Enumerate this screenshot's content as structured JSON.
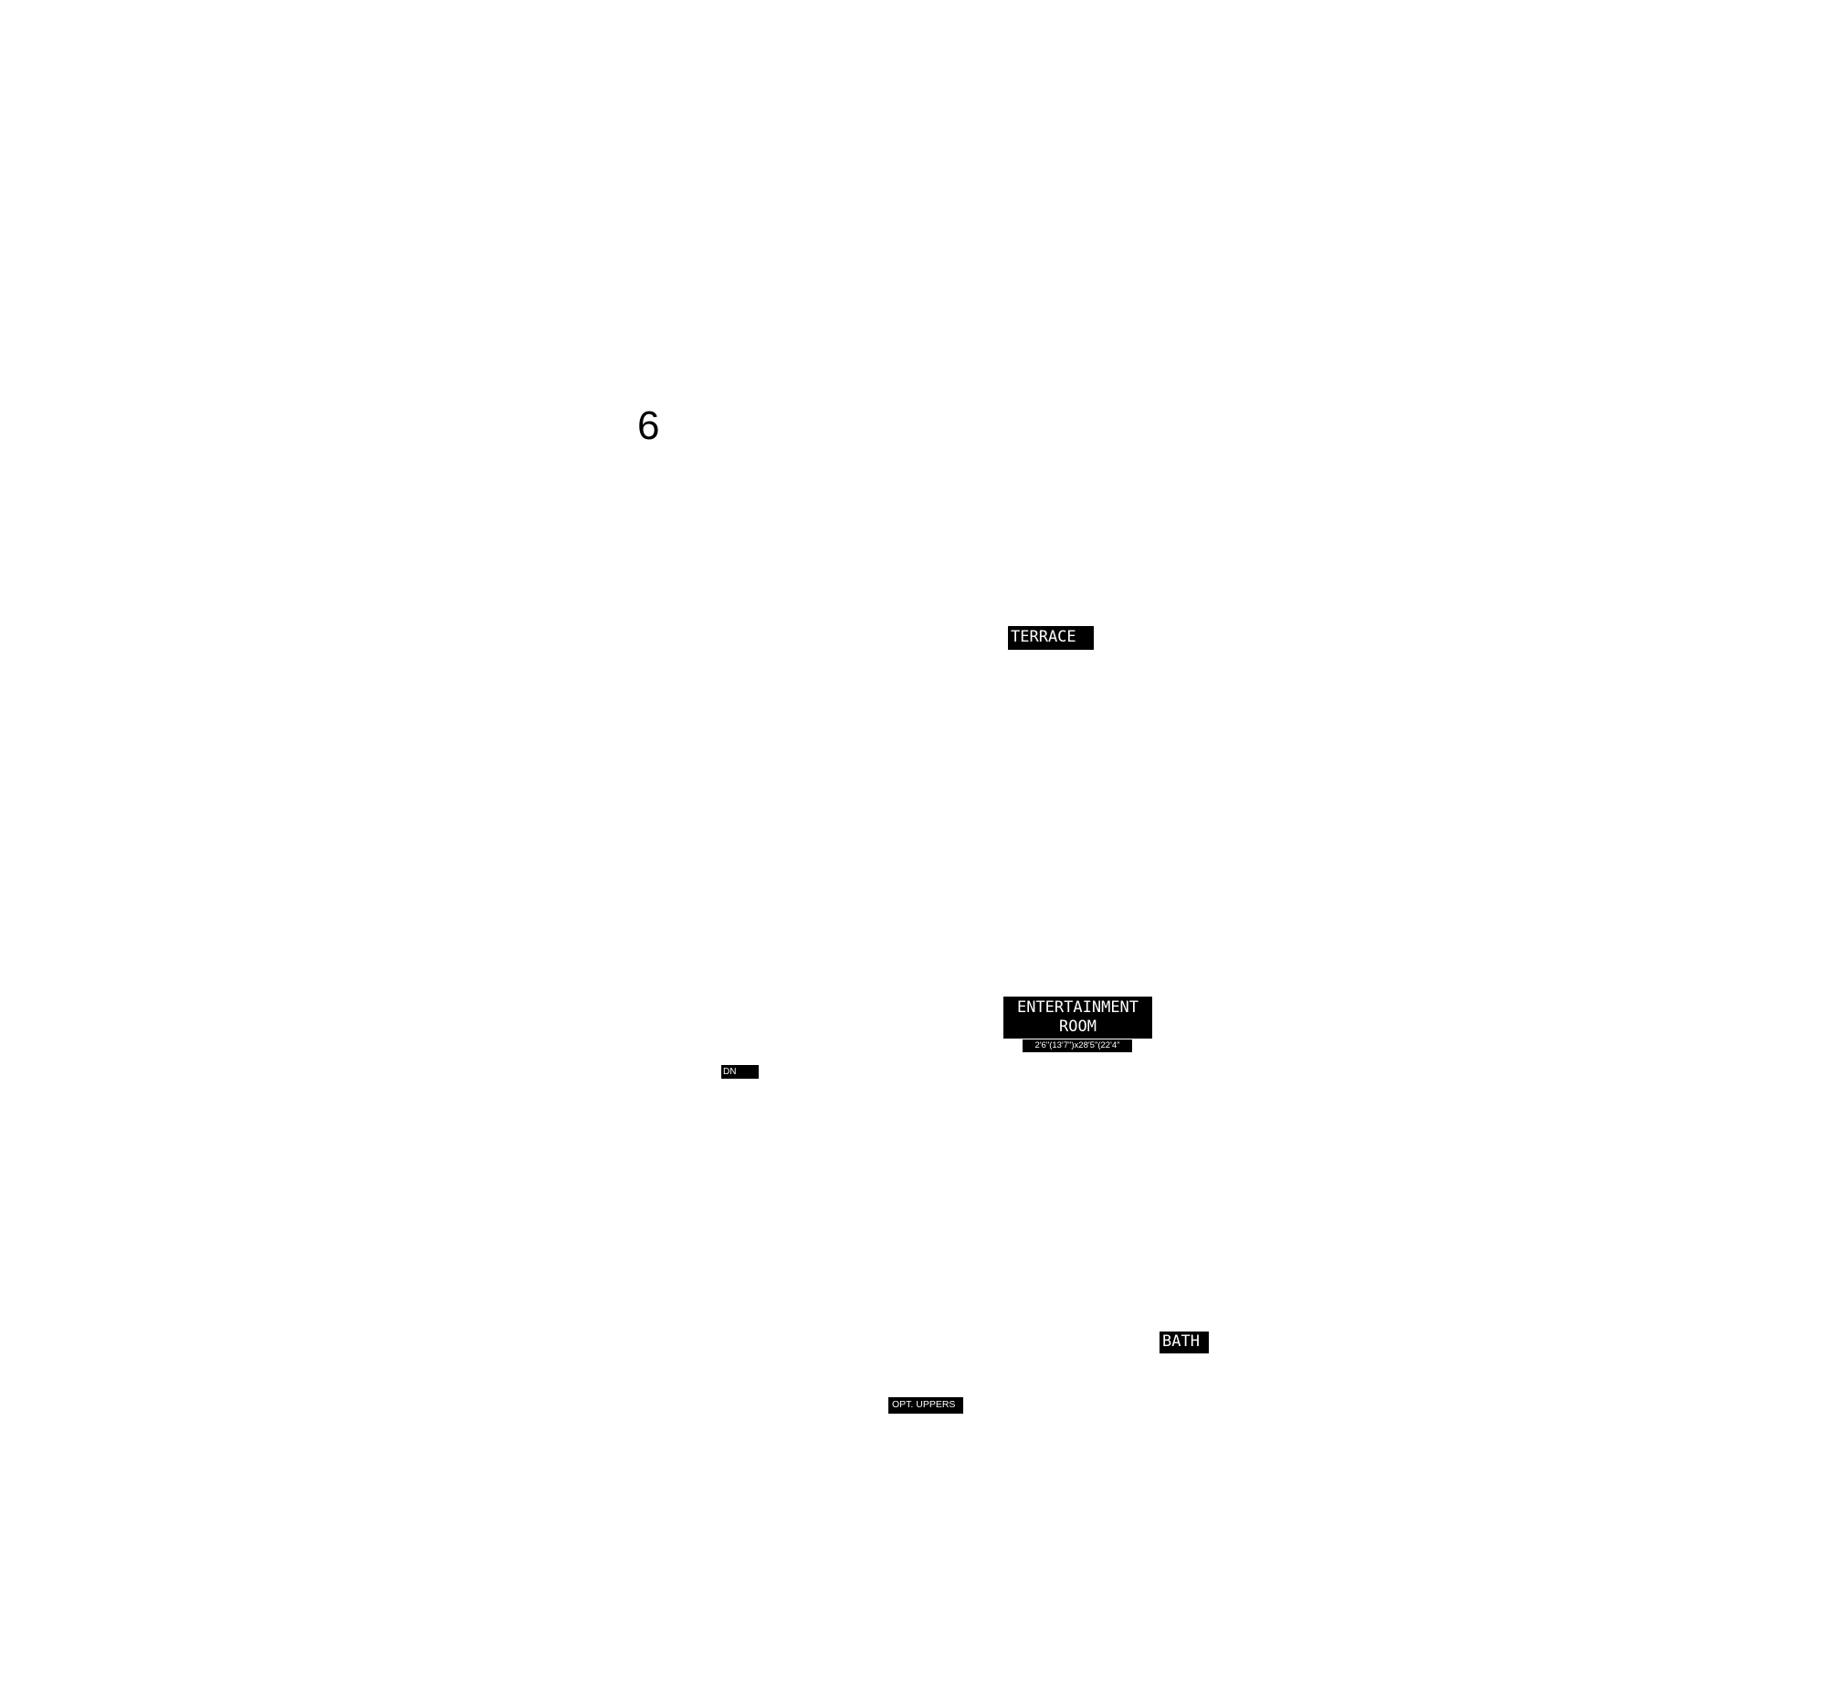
{
  "page": {
    "page_number": "6"
  },
  "labels": {
    "terrace": "TERRACE",
    "entertainment_room": {
      "line1": "ENTERTAINMENT",
      "line2": "ROOM",
      "dimensions": "2'6\"(13'7\")x28'5\"(22'4\""
    },
    "dn": "DN",
    "bath": "BATH",
    "opt_uppers": "OPT. UPPERS"
  },
  "colors": {
    "background": "#ffffff",
    "label_fill": "#000000",
    "label_text": "#ffffff"
  }
}
